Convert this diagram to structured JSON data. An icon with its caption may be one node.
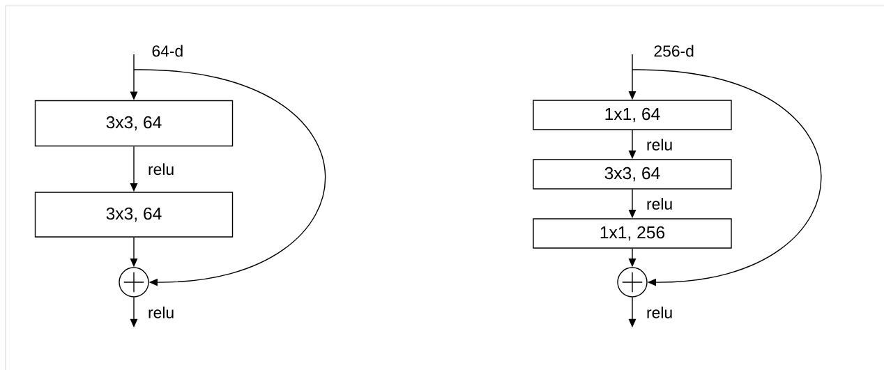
{
  "diagram": {
    "nodes": [
      {
        "text": [
          "3x3, 64"
        ]
      },
      {
        "text": [
          "3x3, 64"
        ]
      },
      {
        "text": [],
        "shape": "circle"
      },
      {
        "text": [
          "1x1, 64"
        ]
      },
      {
        "text": [
          "3x3, 64"
        ]
      },
      {
        "text": [
          "1x1, 256"
        ]
      },
      {
        "text": [],
        "shape": "circle"
      }
    ],
    "edges": [
      {
        "from": null,
        "to": 0,
        "arrow": "to"
      },
      {
        "from": null,
        "to": 2,
        "arrow": "to"
      },
      {
        "from": 0,
        "to": 1,
        "arrow": "to",
        "label": "relu"
      },
      {
        "from": 1,
        "to": 2,
        "arrow": "to"
      },
      {
        "from": 2,
        "to": null,
        "arrow": "to",
        "label": "relu"
      },
      {
        "from": null,
        "to": 3,
        "arrow": "to"
      },
      {
        "from": null,
        "to": 6,
        "arrow": "to"
      },
      {
        "from": 3,
        "to": 4,
        "arrow": "to",
        "label": "relu"
      },
      {
        "from": 4,
        "to": 5,
        "arrow": "to",
        "label": "relu"
      },
      {
        "from": 5,
        "to": 6,
        "arrow": "to"
      },
      {
        "from": 6,
        "to": null,
        "arrow": "to",
        "label": "relu"
      }
    ],
    "labels": [
      "64-d",
      "256-d"
    ]
  }
}
